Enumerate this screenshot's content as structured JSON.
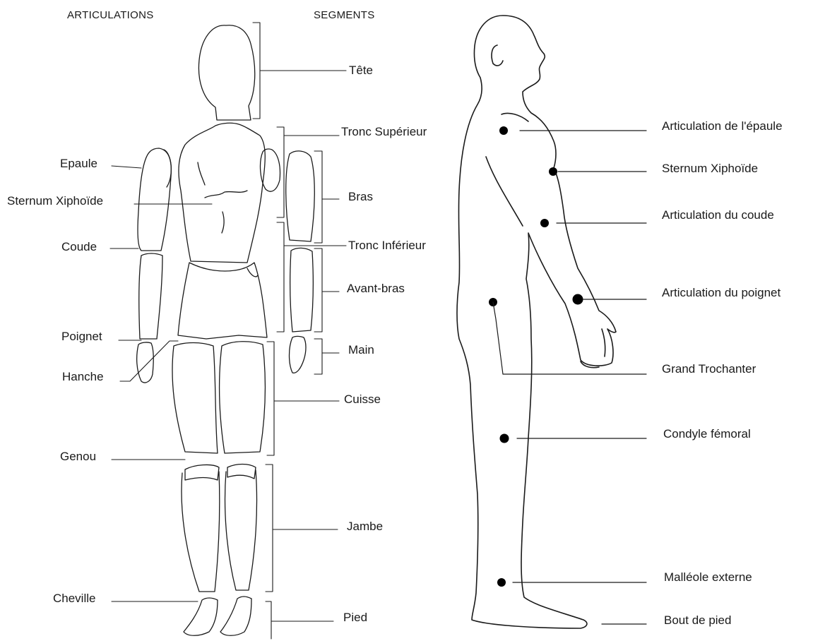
{
  "headers": {
    "articulations": "ARTICULATIONS",
    "segments": "SEGMENTS"
  },
  "articulations": [
    "Epaule",
    "Sternum Xiphoïde",
    "Coude",
    "Poignet",
    "Hanche",
    "Genou",
    "Cheville"
  ],
  "segments": [
    "Tête",
    "Tronc Supérieur",
    "Bras",
    "Tronc Inférieur",
    "Avant-bras",
    "Main",
    "Cuisse",
    "Jambe",
    "Pied"
  ],
  "landmarks": [
    "Articulation de l'épaule",
    "Sternum Xiphoïde",
    "Articulation du coude",
    "Articulation du poignet",
    "Grand Trochanter",
    "Condyle fémoral",
    "Malléole externe",
    "Bout de pied"
  ]
}
